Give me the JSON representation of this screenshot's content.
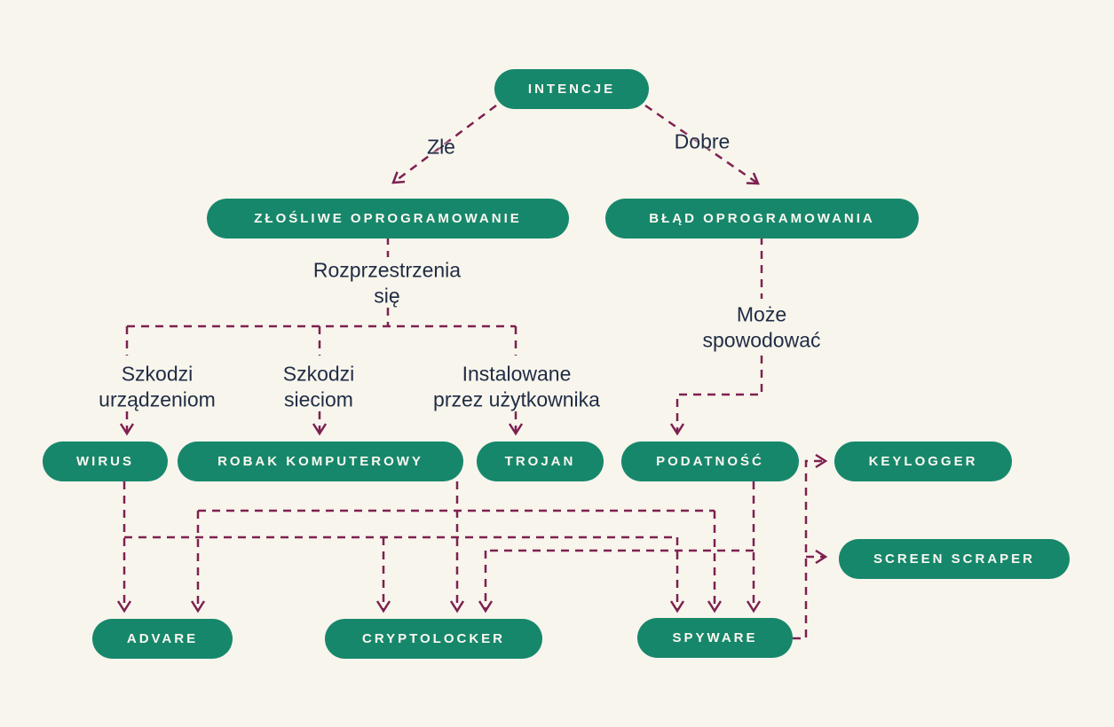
{
  "diagram": {
    "language": "pl",
    "colors": {
      "background": "#f8f5ed",
      "node_fill": "#17876b",
      "node_text": "#fbf8f1",
      "connector": "#7d2150",
      "label_text": "#1f2c44"
    },
    "nodes": {
      "intencje": {
        "label": "INTENCJE"
      },
      "malware": {
        "label": "ZŁOŚLIWE OPROGRAMOWANIE"
      },
      "bug": {
        "label": "BŁĄD OPROGRAMOWANIA"
      },
      "wirus": {
        "label": "WIRUS"
      },
      "robak": {
        "label": "ROBAK KOMPUTEROWY"
      },
      "trojan": {
        "label": "TROJAN"
      },
      "podatnosc": {
        "label": "PODATNOŚĆ"
      },
      "keylogger": {
        "label": "KEYLOGGER"
      },
      "screen_scraper": {
        "label": "SCREEN SCRAPER"
      },
      "advare": {
        "label": "ADVARE"
      },
      "cryptolocker": {
        "label": "CRYPTOLOCKER"
      },
      "spyware": {
        "label": "SPYWARE"
      }
    },
    "edge_labels": {
      "zle": "Złe",
      "dobre": "Dobre",
      "spreads": "Rozprzestrzenia\nsię",
      "may_cause": "Może\nspowodować",
      "harms_devices": "Szkodzi\nurządzeniom",
      "harms_networks": "Szkodzi\nsieciom",
      "user_installed": "Instalowane\nprzez użytkownika"
    }
  }
}
